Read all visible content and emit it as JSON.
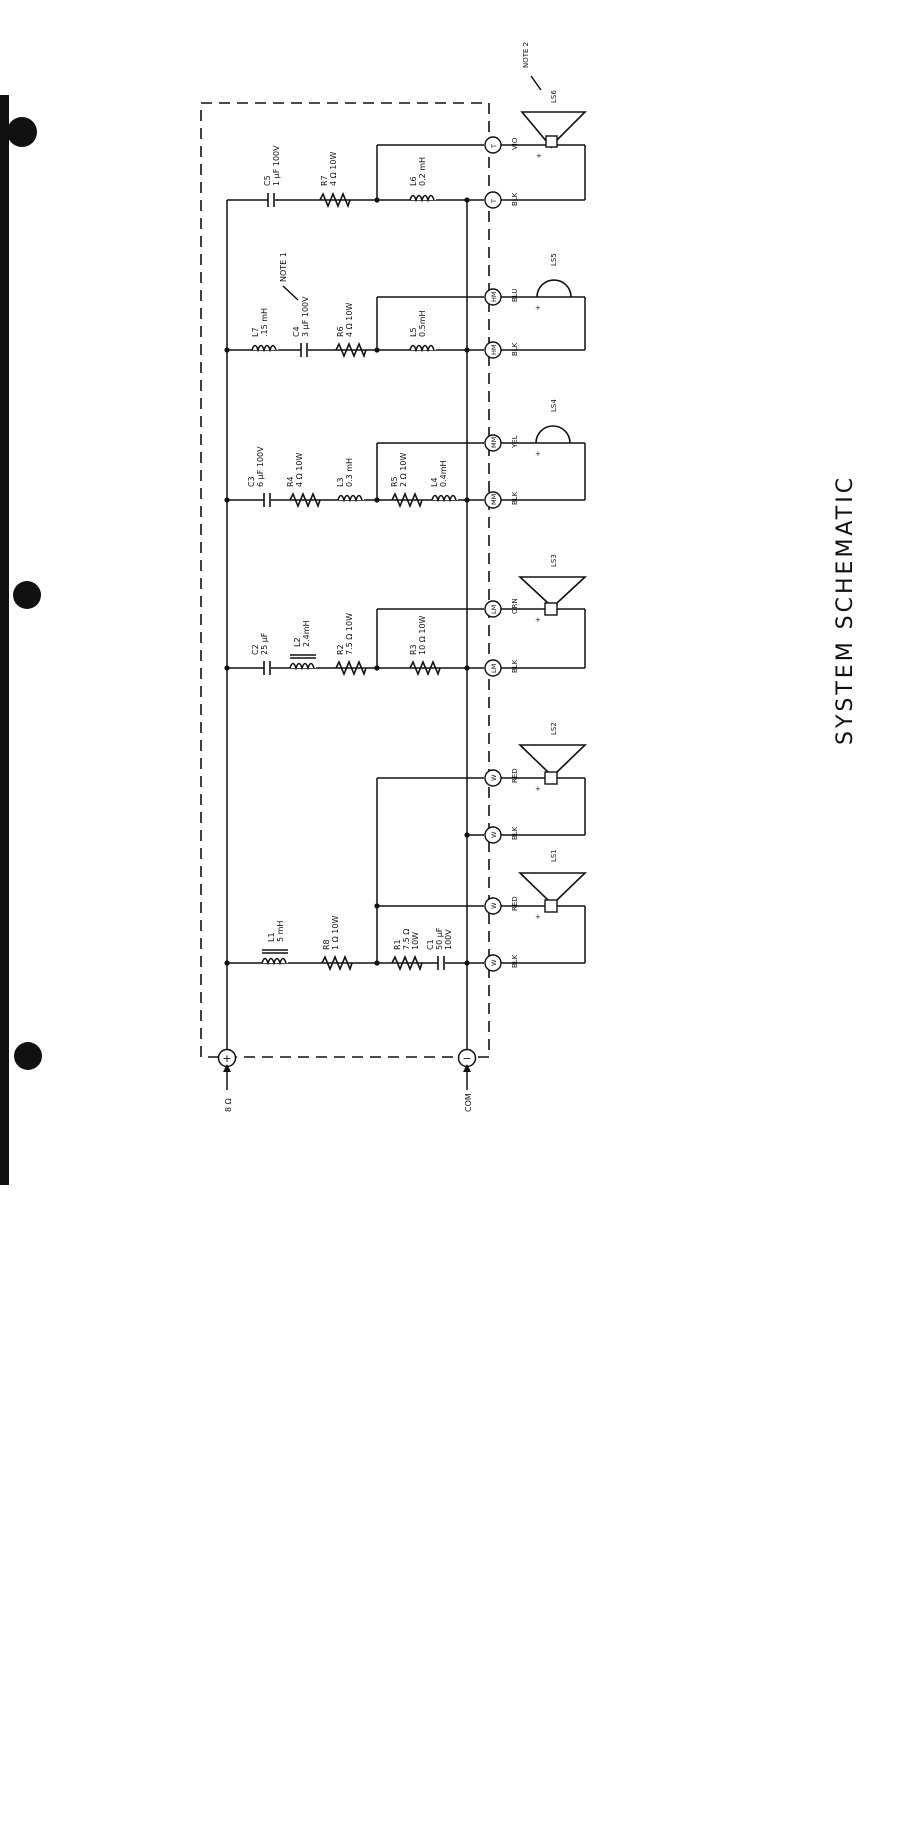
{
  "title": "SYSTEM SCHEMATIC",
  "notes": {
    "note1": "NOTE 1",
    "note2": "NOTE 2"
  },
  "inputs": {
    "plus_label": "8 Ω",
    "com_label": "COM",
    "plus_symbol": "+",
    "minus_symbol": "−"
  },
  "components": {
    "C1": {
      "ref": "C1",
      "value": "50 μF",
      "value2": "100V"
    },
    "C2": {
      "ref": "C2",
      "value": "25 μF"
    },
    "C3": {
      "ref": "C3",
      "value": "6 μF 100V"
    },
    "C4": {
      "ref": "C4",
      "value": "3 μF 100V"
    },
    "C5": {
      "ref": "C5",
      "value": "1 μF 100V"
    },
    "R1": {
      "ref": "R1",
      "value": "7.5 Ω",
      "value2": "10W"
    },
    "R2": {
      "ref": "R2",
      "value": "7.5 Ω 10W"
    },
    "R3": {
      "ref": "R3",
      "value": "10 Ω 10W"
    },
    "R4": {
      "ref": "R4",
      "value": "4 Ω 10W"
    },
    "R5": {
      "ref": "R5",
      "value": "2 Ω 10W"
    },
    "R6": {
      "ref": "R6",
      "value": "4 Ω 10W"
    },
    "R7": {
      "ref": "R7",
      "value": "4 Ω 10W"
    },
    "R8": {
      "ref": "R8",
      "value": "1 Ω 10W"
    },
    "L1": {
      "ref": "L1",
      "value": "5 mH"
    },
    "L2": {
      "ref": "L2",
      "value": "2.4mH"
    },
    "L3": {
      "ref": "L3",
      "value": "0.3 mH"
    },
    "L4": {
      "ref": "L4",
      "value": "0.4mH"
    },
    "L5": {
      "ref": "L5",
      "value": "0.5mH"
    },
    "L6": {
      "ref": "L6",
      "value": "0.2 mH"
    },
    "L7": {
      "ref": "L7",
      "value": ".15 mH"
    }
  },
  "speakers": [
    {
      "ref": "LS1",
      "terminal": "W",
      "hot_wire": "RED",
      "ret_wire": "BLK",
      "plus": "+"
    },
    {
      "ref": "LS2",
      "terminal": "W",
      "hot_wire": "RED",
      "ret_wire": "BLK",
      "plus": "+"
    },
    {
      "ref": "LS3",
      "terminal": "LM",
      "hot_wire": "ORN",
      "ret_wire": "BLK",
      "plus": "+"
    },
    {
      "ref": "LS4",
      "terminal": "MM",
      "hot_wire": "YEL",
      "ret_wire": "BLK",
      "plus": "+"
    },
    {
      "ref": "LS5",
      "terminal": "HM",
      "hot_wire": "BLU",
      "ret_wire": "BLK",
      "plus": "+"
    },
    {
      "ref": "LS6",
      "terminal": "T",
      "hot_wire": "VIO",
      "ret_wire": "BLK",
      "plus": "+"
    }
  ]
}
